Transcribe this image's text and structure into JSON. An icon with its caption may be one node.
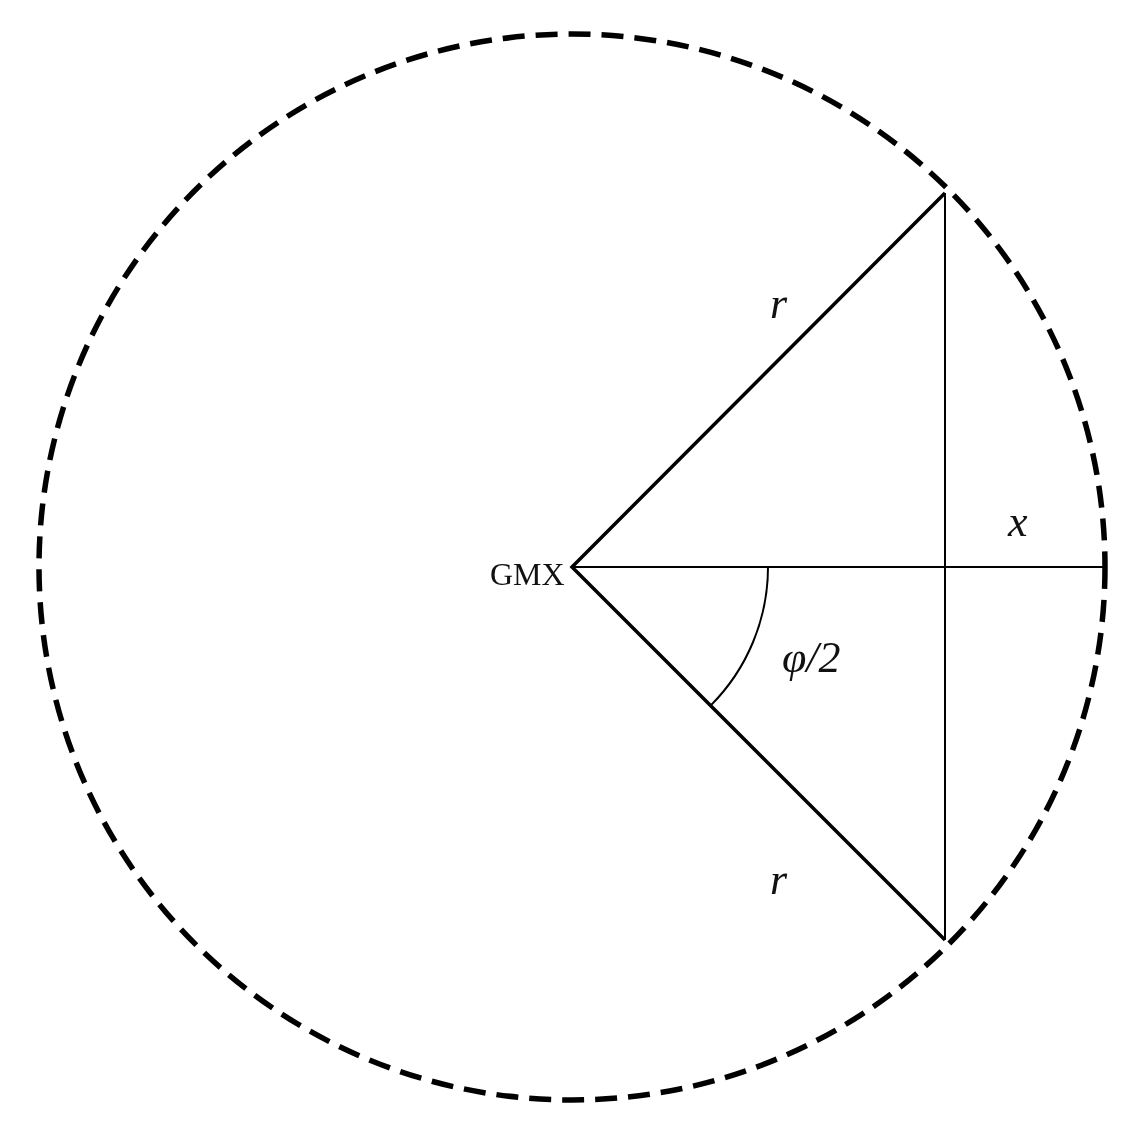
{
  "diagram": {
    "labels": [
      "r",
      "x",
      "GMX",
      "φ/2",
      "r"
    ]
  }
}
